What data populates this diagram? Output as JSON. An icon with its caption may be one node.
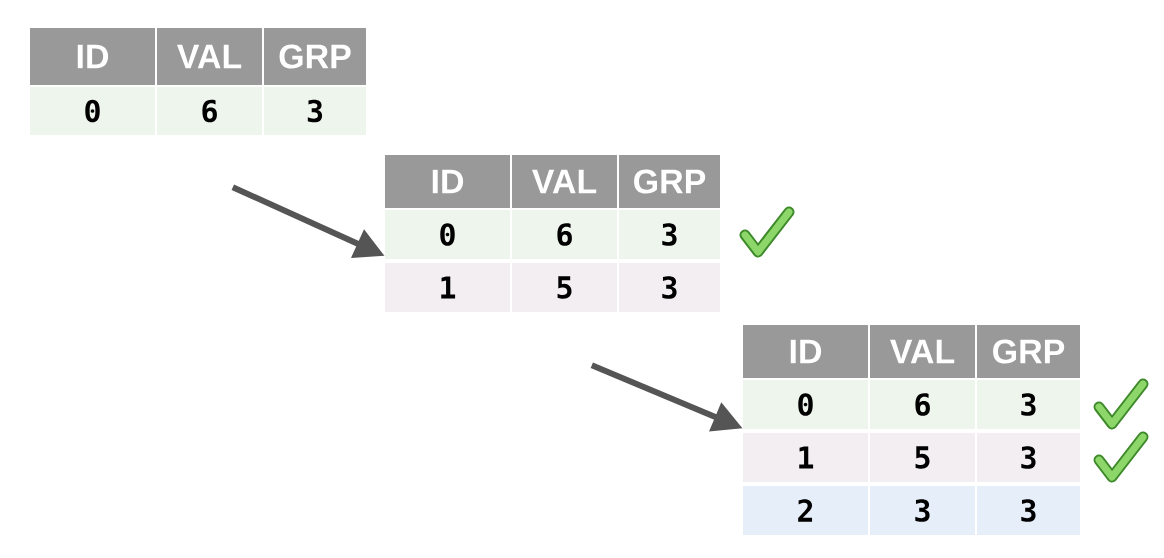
{
  "diagram": {
    "nodes": [
      {
        "text": [
          "ID",
          "VAL",
          "GRP",
          "0",
          "6",
          "3"
        ]
      },
      {
        "text": [
          "ID",
          "VAL",
          "GRP",
          "0",
          "6",
          "3",
          "1",
          "5",
          "3"
        ]
      },
      {
        "text": [
          "ID",
          "VAL",
          "GRP",
          "0",
          "6",
          "3",
          "1",
          "5",
          "3",
          "2",
          "3",
          "3"
        ]
      }
    ],
    "edges": [
      {
        "from": 0,
        "to": 1,
        "arrow": "to"
      },
      {
        "from": 1,
        "to": 2,
        "arrow": "to"
      }
    ]
  }
}
